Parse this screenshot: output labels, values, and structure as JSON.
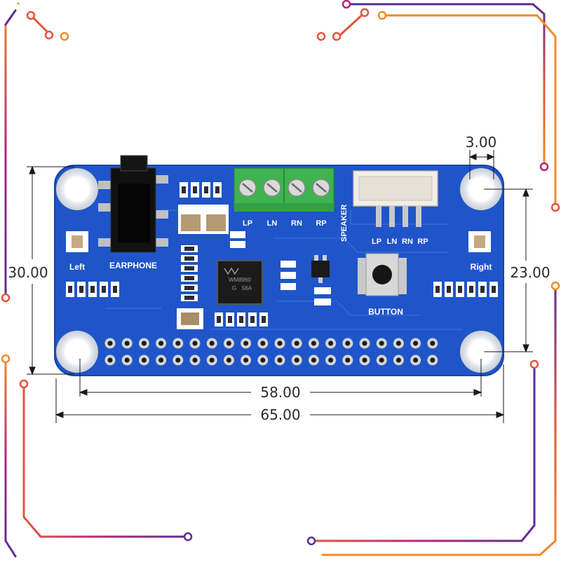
{
  "dimensions": {
    "height_outer": "30.00",
    "height_inner": "23.00",
    "hole_width": "3.00",
    "width_inner": "58.00",
    "width_outer": "65.00"
  },
  "board": {
    "speaker_terminals": [
      "LP",
      "LN",
      "RN",
      "RP"
    ],
    "speaker_label": "SPEAKER",
    "connector_pins": [
      "LP",
      "LN",
      "RN",
      "RP"
    ],
    "left_mic_label": "Left",
    "right_mic_label": "Right",
    "earphone_label": "EARPHONE",
    "button_label": "BUTTON",
    "chip_marking": [
      "WM8960",
      "G",
      "56A"
    ]
  },
  "frame": {
    "trace_colors": [
      "#5a2d91",
      "#b0267a",
      "#e5533b",
      "#f08a24"
    ]
  }
}
